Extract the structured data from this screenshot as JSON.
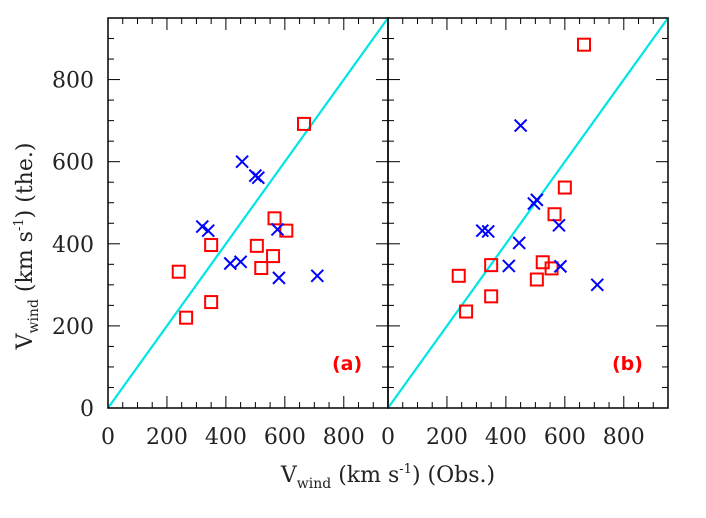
{
  "colors": {
    "obs_vs_theory_marker": "#ff0000",
    "cross_marker": "#0000ff",
    "identity_line": "#00e5e5",
    "frame": "#000000",
    "panel_label": "#ff0000"
  },
  "axes": {
    "xlabel": {
      "main": "V",
      "sub": "wind",
      "mid": " (km s",
      "sup": "-1",
      "tail": ") (Obs.)"
    },
    "ylabel": {
      "main": "V",
      "sub": "wind",
      "mid": " (km s",
      "sup": "-1",
      "tail": ") (the.)"
    }
  },
  "chart_data": [
    {
      "type": "scatter",
      "panel_label": "(a)",
      "xlim": [
        0,
        950
      ],
      "ylim": [
        0,
        950
      ],
      "xticks": [
        0,
        200,
        400,
        600,
        800
      ],
      "yticks": [
        0,
        200,
        400,
        600,
        800
      ],
      "xtick_labels": [
        "0",
        "200",
        "400",
        "600",
        "800"
      ],
      "ytick_labels": [
        "0",
        "200",
        "400",
        "600",
        "800"
      ],
      "identity_line": true,
      "series": [
        {
          "marker": "square",
          "color": "#ff0000",
          "points": [
            [
              240,
              332
            ],
            [
              265,
              220
            ],
            [
              350,
              397
            ],
            [
              350,
              258
            ],
            [
              505,
              395
            ],
            [
              520,
              341
            ],
            [
              560,
              370
            ],
            [
              565,
              462
            ],
            [
              605,
              432
            ],
            [
              665,
              692
            ]
          ]
        },
        {
          "marker": "cross",
          "color": "#0000ff",
          "points": [
            [
              320,
              442
            ],
            [
              340,
              432
            ],
            [
              415,
              352
            ],
            [
              450,
              356
            ],
            [
              455,
              600
            ],
            [
              500,
              566
            ],
            [
              510,
              561
            ],
            [
              575,
              435
            ],
            [
              580,
              317
            ],
            [
              710,
              322
            ]
          ]
        }
      ]
    },
    {
      "type": "scatter",
      "panel_label": "(b)",
      "xlim": [
        0,
        950
      ],
      "ylim": [
        0,
        950
      ],
      "xticks": [
        0,
        200,
        400,
        600,
        800
      ],
      "yticks": [
        0,
        200,
        400,
        600,
        800
      ],
      "xtick_labels": [
        "0",
        "200",
        "400",
        "600",
        "800"
      ],
      "ytick_labels": [],
      "identity_line": true,
      "series": [
        {
          "marker": "square",
          "color": "#ff0000",
          "points": [
            [
              240,
              322
            ],
            [
              265,
              235
            ],
            [
              350,
              348
            ],
            [
              350,
              272
            ],
            [
              505,
              313
            ],
            [
              525,
              355
            ],
            [
              555,
              340
            ],
            [
              565,
              472
            ],
            [
              600,
              537
            ],
            [
              665,
              885
            ]
          ]
        },
        {
          "marker": "cross",
          "color": "#0000ff",
          "points": [
            [
              320,
              432
            ],
            [
              340,
              430
            ],
            [
              410,
              346
            ],
            [
              445,
              402
            ],
            [
              450,
              688
            ],
            [
              495,
              498
            ],
            [
              505,
              507
            ],
            [
              580,
              445
            ],
            [
              585,
              345
            ],
            [
              710,
              300
            ]
          ]
        }
      ]
    }
  ]
}
